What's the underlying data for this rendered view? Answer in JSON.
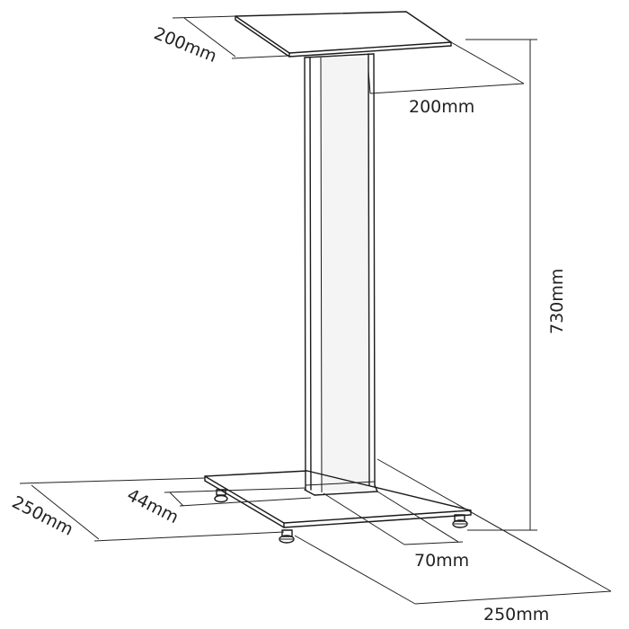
{
  "diagram": {
    "top_plate": {
      "depth_label": "200mm",
      "width_label": "200mm"
    },
    "height_label": "730mm",
    "base_plate": {
      "depth_label": "250mm",
      "width_label": "250mm"
    },
    "column": {
      "depth_label": "44mm",
      "width_label": "70mm"
    },
    "colors": {
      "line": "#1a1a1a",
      "background": "#ffffff"
    }
  }
}
